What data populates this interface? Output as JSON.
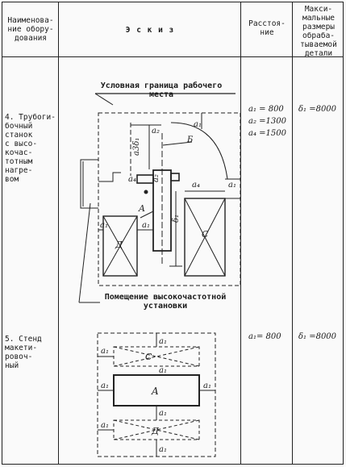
{
  "header": {
    "col1": "Наименова-\nние обору-\nдования",
    "col2": "Э с к и з",
    "col3": "Расстоя-\nние",
    "col4": "Макси-\nмальные\nразмеры\nобраба-\nтываемой\nдетали"
  },
  "rows": [
    {
      "name": "4. Трубоги-\n   бочный\n   станок\n   с высо-\n   кочас-\n   тотным\n   нагре-\n   вом",
      "distances": "a₁ = 800\na₂ =1300\na₄ =1500",
      "max_size": "δ₁ =8000",
      "caption_top": "Условная граница рабочего\nместа",
      "caption_bottom": "Помещение высокочастотной\nустановки",
      "labels": {
        "a1": "a₁",
        "a2": "a₂",
        "a4": "a₄",
        "a3b1": "a3δ₁",
        "b": "Б",
        "b1": "δ₁",
        "A": "A",
        "C": "C",
        "D": "Д"
      }
    },
    {
      "name": "5. Стенд\n   макети-\n   ровоч-\n   ный",
      "distances": "a₁= 800",
      "max_size": "δ₁ =8000",
      "labels": {
        "a1": "a₁",
        "A": "A",
        "C": "C",
        "D": "Д"
      }
    }
  ]
}
